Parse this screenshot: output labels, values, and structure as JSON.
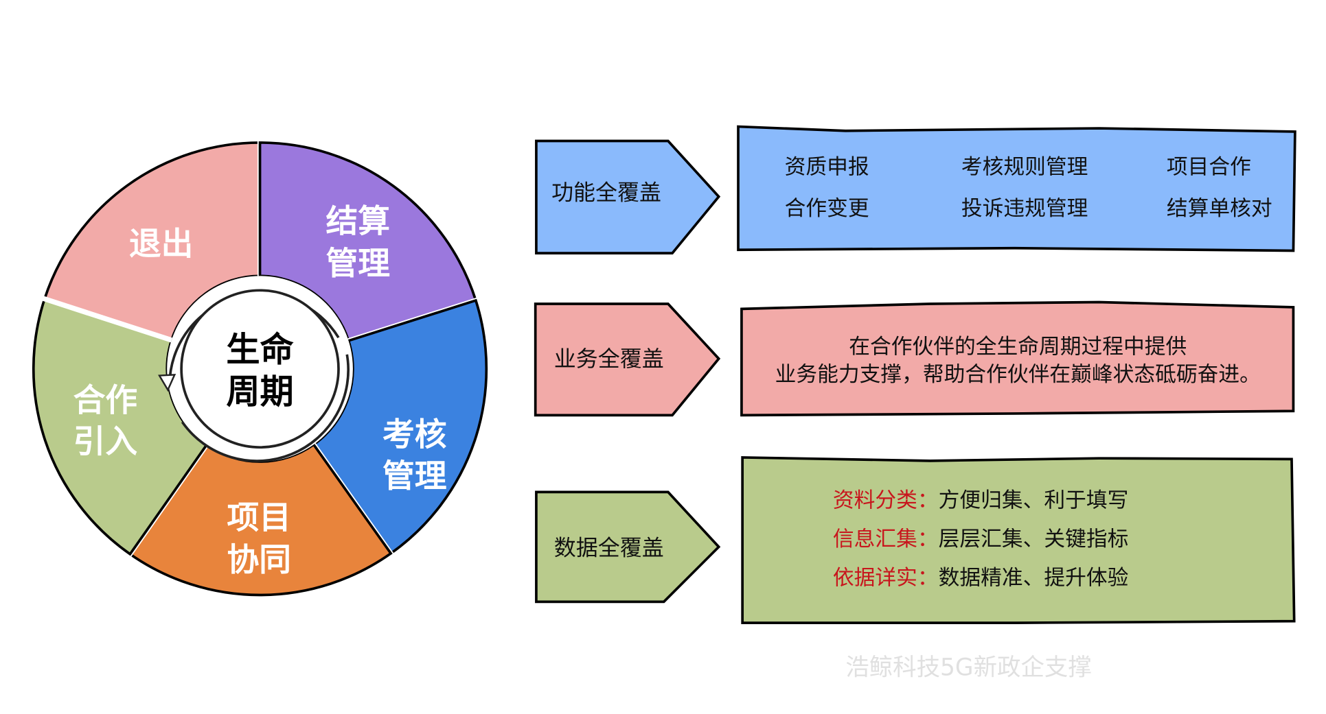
{
  "wheel": {
    "center": [
      "生命",
      "周期"
    ],
    "segments": [
      {
        "lines": [
          "退出"
        ],
        "color": "#f2aaa8"
      },
      {
        "lines": [
          "结算",
          "管理"
        ],
        "color": "#9b78dd"
      },
      {
        "lines": [
          "考核",
          "管理"
        ],
        "color": "#3b82e0"
      },
      {
        "lines": [
          "项目",
          "协同"
        ],
        "color": "#e8843c"
      },
      {
        "lines": [
          "合作",
          "引入"
        ],
        "color": "#b9cb8c"
      }
    ]
  },
  "rows": [
    {
      "arrow": "功能全覆盖",
      "color": "#8abafc",
      "items": [
        "资质申报",
        "考核规则管理",
        "项目合作",
        "合作变更",
        "投诉违规管理",
        "结算单核对"
      ]
    },
    {
      "arrow": "业务全覆盖",
      "color": "#f2aaa8",
      "lines": [
        "在合作伙伴的全生命周期过程中提供",
        "业务能力支撑，帮助合作伙伴在巅峰状态砥砺奋进。"
      ]
    },
    {
      "arrow": "数据全覆盖",
      "color": "#b9cb8c",
      "entries": [
        {
          "label": "资料分类：",
          "text": "方便归集、利于填写"
        },
        {
          "label": "信息汇集：",
          "text": "层层汇集、关键指标"
        },
        {
          "label": "依据详实：",
          "text": "数据精准、提升体验"
        }
      ]
    }
  ],
  "watermark": "浩鲸科技5G新政企支撑"
}
